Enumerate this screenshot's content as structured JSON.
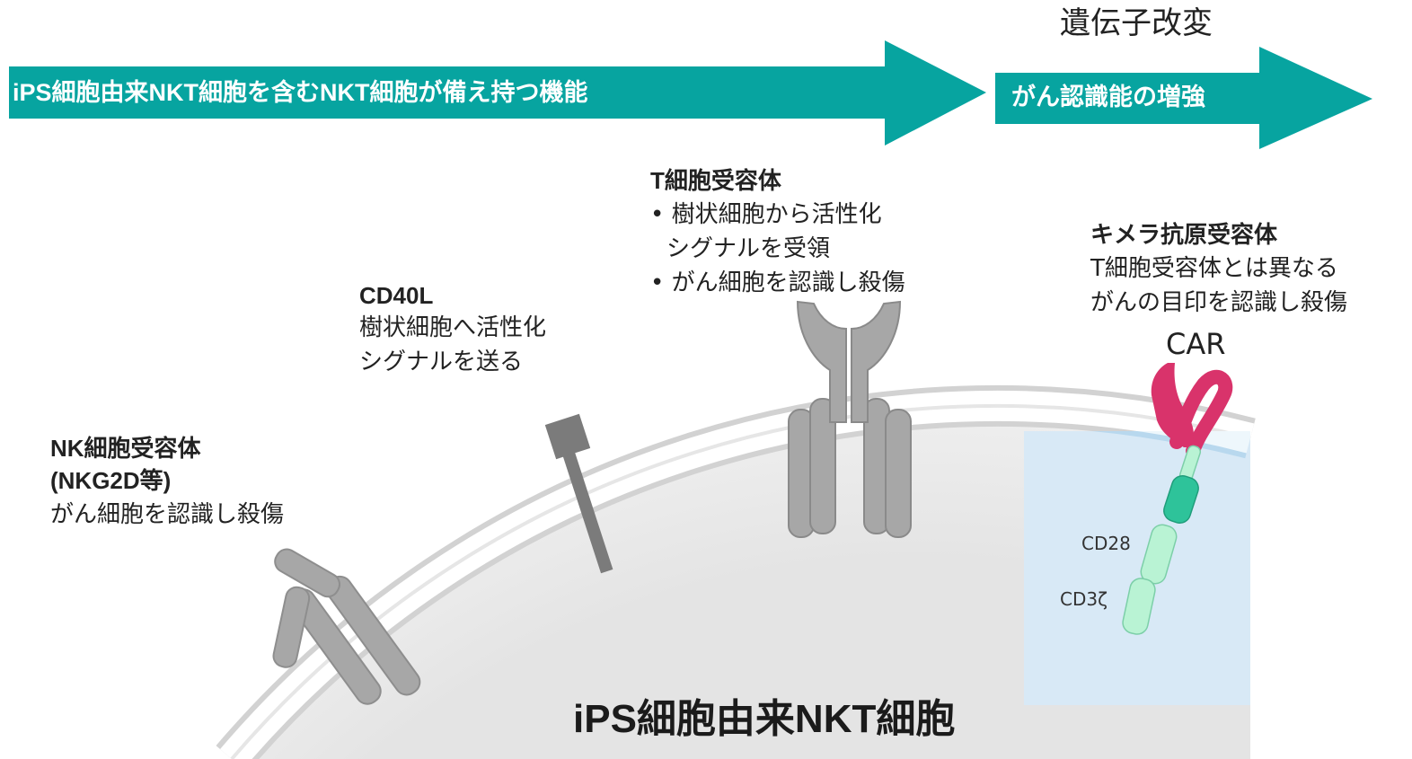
{
  "header": {
    "modification_label": "遺伝子改変",
    "arrow_main": "iPS細胞由来NKT細胞を含むNKT細胞が備え持つ機能",
    "arrow_car": "がん認識能の増強"
  },
  "colors": {
    "teal": "#07A4A0",
    "receptor_gray": "#a7a7a7",
    "receptor_dark": "#7b7b7b",
    "car_pink": "#d9336b",
    "car_teal": "#2ec39a",
    "car_mint": "#b9f3d4",
    "car_panel": "#d8e9f6",
    "cell_fill": "#ebebeb"
  },
  "nk_receptor": {
    "title_line1": "NK細胞受容体",
    "title_line2": "(NKG2D等)",
    "desc": "がん細胞を認識し殺傷"
  },
  "cd40l": {
    "title": "CD40L",
    "desc_line1": "樹状細胞へ活性化",
    "desc_line2": "シグナルを送る"
  },
  "tcr": {
    "title": "T細胞受容体",
    "bullet1_line1": "• 樹状細胞から活性化",
    "bullet1_line2": "シグナルを受領",
    "bullet2": "• がん細胞を認識し殺傷"
  },
  "car": {
    "title": "キメラ抗原受容体",
    "desc_line1": "T細胞受容体とは異なる",
    "desc_line2": "がんの目印を認識し殺傷",
    "abbr": "CAR",
    "domain1": "CD28",
    "domain2": "CD3ζ"
  },
  "cell": {
    "label": "iPS細胞由来NKT細胞"
  }
}
